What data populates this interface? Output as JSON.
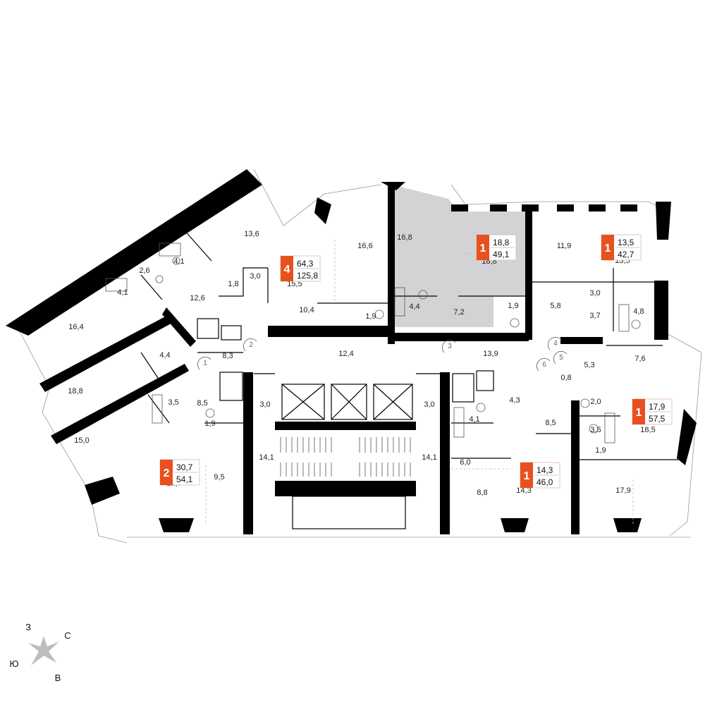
{
  "colors": {
    "badge": "#e8501e",
    "highlight": "#d3d3d5",
    "wall": "#000000"
  },
  "apartments": [
    {
      "rooms": "4",
      "living": "64,3",
      "total": "125,8"
    },
    {
      "rooms": "1",
      "living": "18,8",
      "total": "49,1"
    },
    {
      "rooms": "1",
      "living": "13,5",
      "total": "42,7"
    },
    {
      "rooms": "2",
      "living": "30,7",
      "total": "54,1"
    },
    {
      "rooms": "1",
      "living": "14,3",
      "total": "46,0"
    },
    {
      "rooms": "1",
      "living": "17,9",
      "total": "57,5"
    }
  ],
  "rooms": [
    "13,6",
    "2,6",
    "4,1",
    "4,1",
    "16,4",
    "12,6",
    "1,8",
    "3,0",
    "15,5",
    "16,6",
    "10,4",
    "16,8",
    "4,4",
    "1,9",
    "7,2",
    "18,8",
    "1,9",
    "11,9",
    "13,5",
    "5,8",
    "3,0",
    "3,7",
    "4,8",
    "8,3",
    "12,4",
    "13,9",
    "4,4",
    "18,8",
    "3,5",
    "8,5",
    "1,9",
    "3,0",
    "15,0",
    "9,5",
    "15,7",
    "14,1",
    "14,1",
    "3,0",
    "4,3",
    "4,1",
    "8,5",
    "6,0",
    "8,8",
    "14,3",
    "5,3",
    "7,6",
    "0,8",
    "2,0",
    "18,5",
    "3,5",
    "1,9",
    "17,9"
  ],
  "doors": [
    "1",
    "2",
    "3",
    "4",
    "5",
    "6"
  ],
  "compass": {
    "n": "З",
    "e": "С",
    "s": "В",
    "w": "Ю"
  }
}
